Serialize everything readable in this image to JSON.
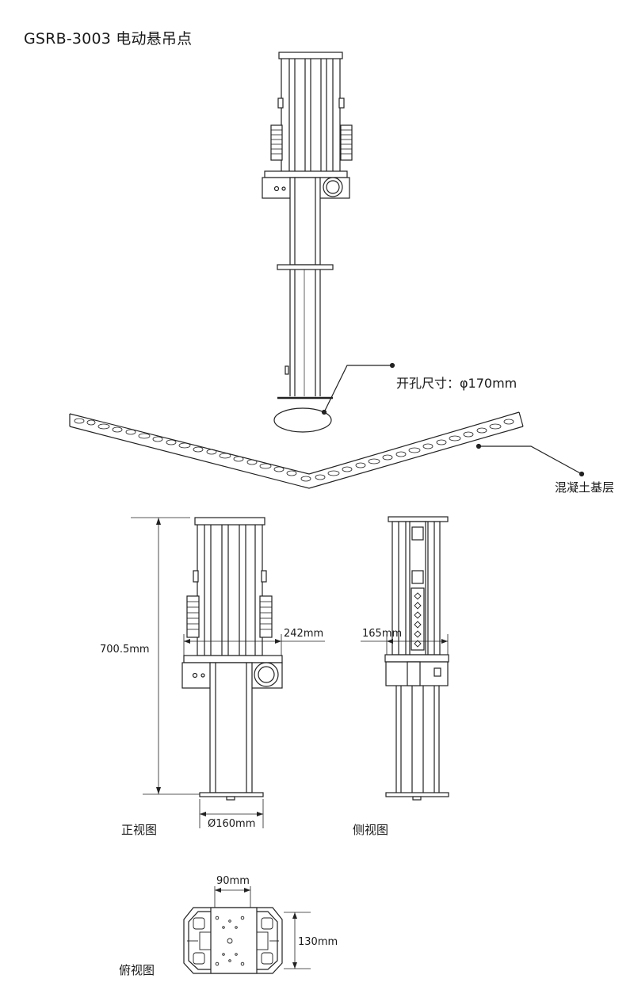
{
  "title": "GSRB-3003 电动悬吊点",
  "labels": {
    "hole_size": "开孔尺寸：φ170mm",
    "concrete": "混凝土基层",
    "front_view": "正视图",
    "side_view": "侧视图",
    "top_view": "俯视图"
  },
  "dimensions": {
    "height": "700.5mm",
    "width_front": "242mm",
    "width_side": "165mm",
    "base_diameter": "Ø160mm",
    "top_width": "90mm",
    "top_depth": "130mm"
  }
}
